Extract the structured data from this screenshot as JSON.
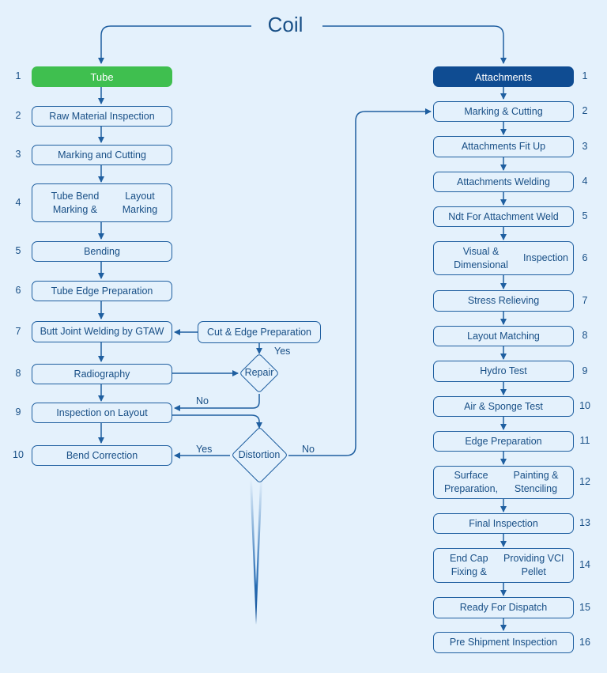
{
  "title": "Coil",
  "left": {
    "header": "Tube",
    "steps": [
      {
        "num": "1",
        "label": "Tube"
      },
      {
        "num": "2",
        "label": "Raw Material Inspection"
      },
      {
        "num": "3",
        "label": "Marking and Cutting"
      },
      {
        "num": "4",
        "label": "Tube Bend Marking &\nLayout Marking"
      },
      {
        "num": "5",
        "label": "Bending"
      },
      {
        "num": "6",
        "label": "Tube Edge Preparation"
      },
      {
        "num": "7",
        "label": "Butt Joint Welding by GTAW"
      },
      {
        "num": "8",
        "label": "Radiography"
      },
      {
        "num": "9",
        "label": "Inspection on Layout"
      },
      {
        "num": "10",
        "label": "Bend Correction"
      }
    ]
  },
  "middle": {
    "cut_edge": "Cut & Edge Preparation",
    "repair": "Repair",
    "distortion": "Distortion",
    "yes_repair": "Yes",
    "no_repair": "No",
    "yes_distortion": "Yes",
    "no_distortion": "No"
  },
  "right": {
    "header": "Attachments",
    "steps": [
      {
        "num": "1",
        "label": "Attachments"
      },
      {
        "num": "2",
        "label": "Marking & Cutting"
      },
      {
        "num": "3",
        "label": "Attachments Fit Up"
      },
      {
        "num": "4",
        "label": "Attachments Welding"
      },
      {
        "num": "5",
        "label": "Ndt For Attachment Weld"
      },
      {
        "num": "6",
        "label": "Visual & Dimensional\nInspection"
      },
      {
        "num": "7",
        "label": "Stress Relieving"
      },
      {
        "num": "8",
        "label": "Layout Matching"
      },
      {
        "num": "9",
        "label": "Hydro Test"
      },
      {
        "num": "10",
        "label": "Air & Sponge Test"
      },
      {
        "num": "11",
        "label": "Edge Preparation"
      },
      {
        "num": "12",
        "label": "Surface Preparation,\nPainting & Stenciling"
      },
      {
        "num": "13",
        "label": "Final Inspection"
      },
      {
        "num": "14",
        "label": "End Cap Fixing &\nProviding VCI Pellet"
      },
      {
        "num": "15",
        "label": "Ready For Dispatch"
      },
      {
        "num": "16",
        "label": "Pre Shipment Inspection"
      }
    ]
  },
  "colors": {
    "line": "#1f5fa0",
    "tube_header": "#3fbf4f",
    "attachments_header": "#0f4c92",
    "background": "#e4f1fc"
  }
}
